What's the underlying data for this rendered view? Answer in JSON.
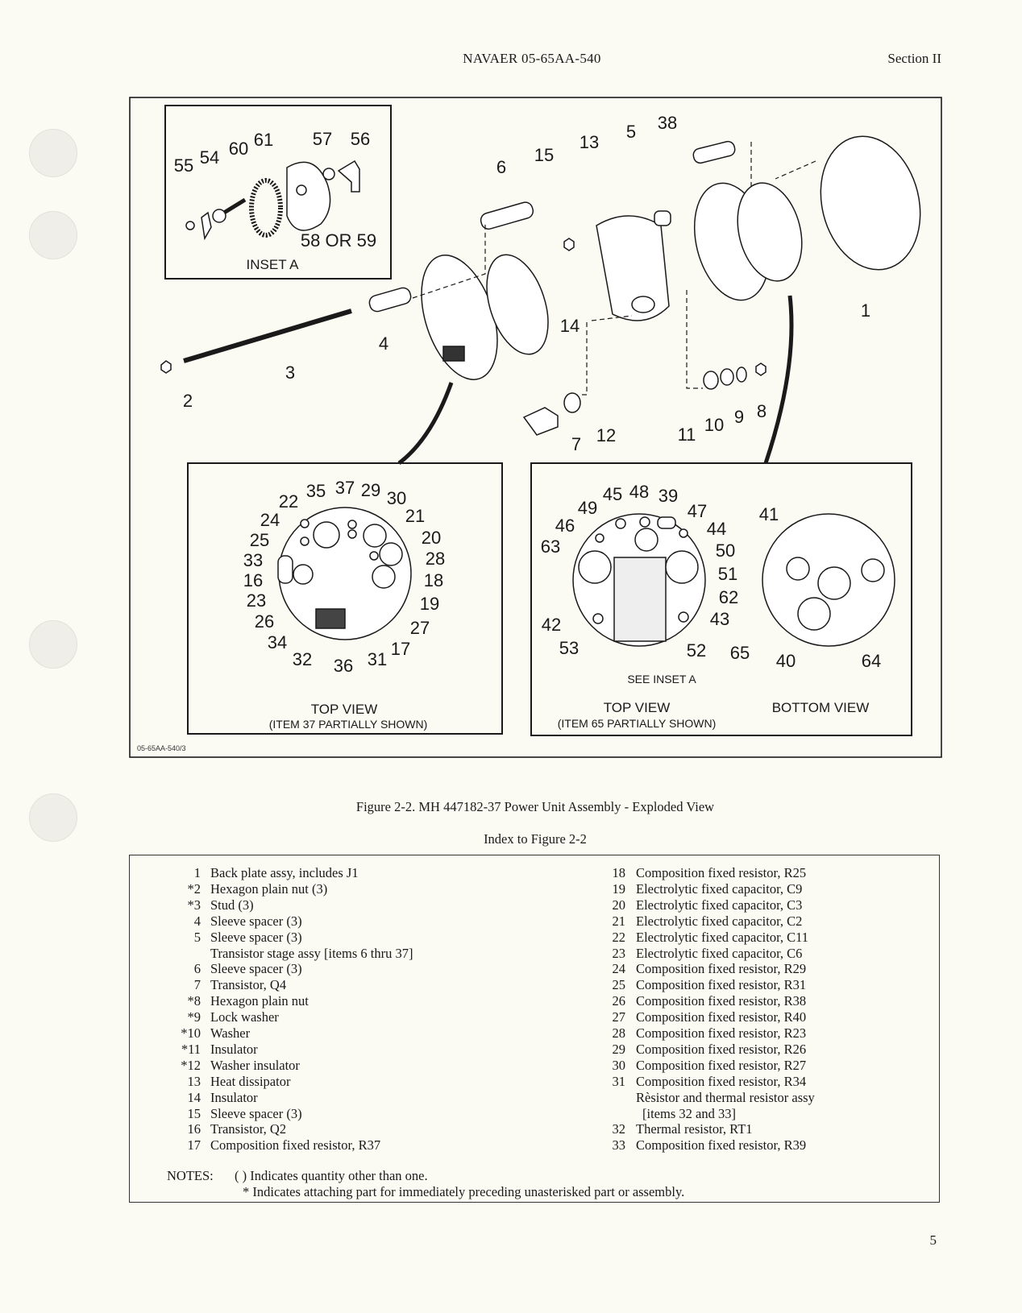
{
  "header": {
    "doc_number": "NAVAER 05-65AA-540",
    "section": "Section II"
  },
  "figure": {
    "art_number": "05-65AA-540/3",
    "inset_a": {
      "title": "INSET A",
      "callouts": [
        "55",
        "54",
        "60",
        "61",
        "57",
        "56",
        "58 OR 59"
      ]
    },
    "main_callouts": [
      "6",
      "15",
      "13",
      "5",
      "38",
      "1",
      "4",
      "3",
      "2",
      "14",
      "7",
      "12",
      "11",
      "10",
      "9",
      "8"
    ],
    "top_view_left": {
      "callouts": [
        "22",
        "35",
        "37",
        "29",
        "30",
        "21",
        "24",
        "20",
        "25",
        "28",
        "33",
        "16",
        "18",
        "23",
        "19",
        "26",
        "27",
        "34",
        "17",
        "32",
        "36",
        "31"
      ],
      "title": "TOP VIEW",
      "subtitle": "(ITEM 37 PARTIALLY SHOWN)"
    },
    "top_view_right": {
      "callouts": [
        "45",
        "48",
        "39",
        "49",
        "47",
        "46",
        "44",
        "63",
        "50",
        "51",
        "62",
        "42",
        "43",
        "53",
        "52",
        "65"
      ],
      "see_inset": "SEE INSET A",
      "title": "TOP VIEW",
      "subtitle": "(ITEM 65 PARTIALLY SHOWN)"
    },
    "bottom_view": {
      "callouts": [
        "41",
        "40",
        "64"
      ],
      "title": "BOTTOM VIEW"
    },
    "caption": "Figure 2-2. MH 447182-37 Power Unit Assembly - Exploded View"
  },
  "index": {
    "title": "Index to Figure 2-2",
    "left_column": [
      {
        "num": "1",
        "desc": "Back plate assy, includes J1"
      },
      {
        "num": "*2",
        "desc": "Hexagon plain nut (3)"
      },
      {
        "num": "*3",
        "desc": "Stud (3)"
      },
      {
        "num": "4",
        "desc": "Sleeve spacer (3)"
      },
      {
        "num": "5",
        "desc": "Sleeve spacer (3)"
      },
      {
        "num": "",
        "desc": "Transistor stage assy [items 6 thru 37]"
      },
      {
        "num": "6",
        "desc": "Sleeve spacer (3)"
      },
      {
        "num": "7",
        "desc": "Transistor, Q4"
      },
      {
        "num": "*8",
        "desc": "Hexagon plain nut"
      },
      {
        "num": "*9",
        "desc": "Lock washer"
      },
      {
        "num": "*10",
        "desc": "Washer"
      },
      {
        "num": "*11",
        "desc": "Insulator"
      },
      {
        "num": "*12",
        "desc": "Washer insulator"
      },
      {
        "num": "13",
        "desc": "Heat dissipator"
      },
      {
        "num": "14",
        "desc": "Insulator"
      },
      {
        "num": "15",
        "desc": "Sleeve spacer (3)"
      },
      {
        "num": "16",
        "desc": "Transistor, Q2"
      },
      {
        "num": "17",
        "desc": "Composition fixed resistor, R37"
      }
    ],
    "right_column": [
      {
        "num": "18",
        "desc": "Composition fixed resistor, R25"
      },
      {
        "num": "19",
        "desc": "Electrolytic fixed capacitor, C9"
      },
      {
        "num": "20",
        "desc": "Electrolytic fixed capacitor, C3"
      },
      {
        "num": "21",
        "desc": "Electrolytic fixed capacitor, C2"
      },
      {
        "num": "22",
        "desc": "Electrolytic fixed capacitor, C11"
      },
      {
        "num": "23",
        "desc": "Electrolytic fixed capacitor, C6"
      },
      {
        "num": "24",
        "desc": "Composition fixed resistor, R29"
      },
      {
        "num": "25",
        "desc": "Composition fixed resistor, R31"
      },
      {
        "num": "26",
        "desc": "Composition fixed resistor, R38"
      },
      {
        "num": "27",
        "desc": "Composition fixed resistor, R40"
      },
      {
        "num": "28",
        "desc": "Composition fixed resistor, R23"
      },
      {
        "num": "29",
        "desc": "Composition fixed resistor, R26"
      },
      {
        "num": "30",
        "desc": "Composition fixed resistor, R27"
      },
      {
        "num": "31",
        "desc": "Composition fixed resistor, R34"
      },
      {
        "num": "",
        "desc": "Rèsistor and thermal resistor assy"
      },
      {
        "num": "",
        "desc": "  [items 32 and 33]"
      },
      {
        "num": "32",
        "desc": "Thermal resistor, RT1"
      },
      {
        "num": "33",
        "desc": "Composition fixed resistor, R39"
      }
    ],
    "notes_label": "NOTES:",
    "notes": [
      "( ) Indicates quantity other than one.",
      "* Indicates attaching part for immediately preceding unasterisked part or assembly."
    ]
  },
  "page_number": "5"
}
